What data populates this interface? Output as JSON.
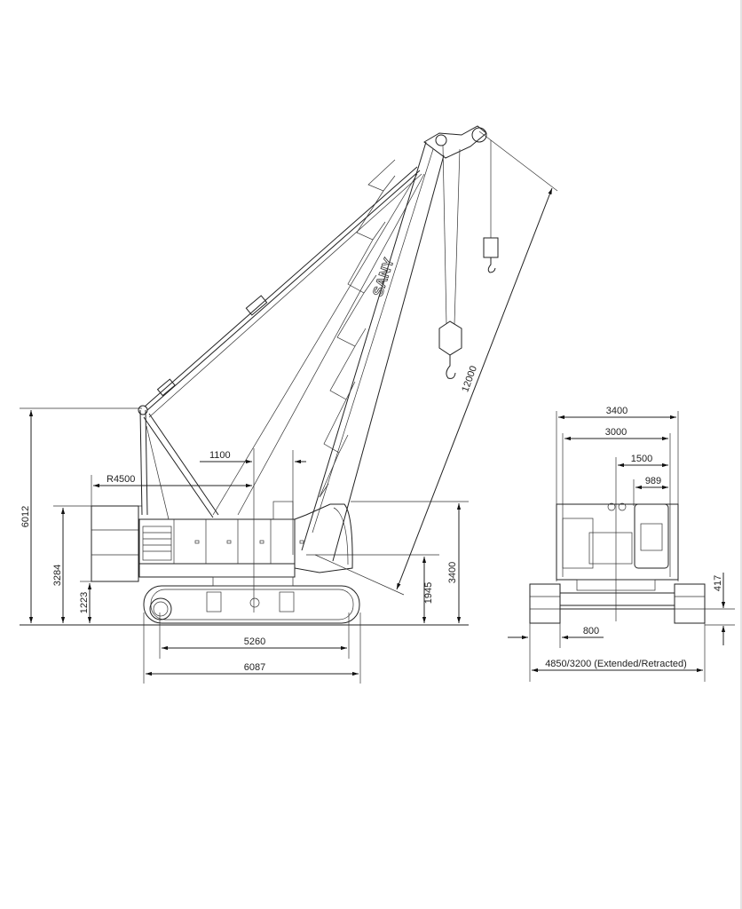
{
  "brand_mark": "SANY",
  "side_view": {
    "dimensions": {
      "overall_height": "6012",
      "counterweight_top": "3284",
      "counterweight_clearance": "1223",
      "rotation_center_offset": "1100",
      "tail_radius": "R4500",
      "tumbler_distance": "5260",
      "track_length": "6087",
      "boom_length": "12000",
      "boom_foot_height": "1945",
      "cab_height": "3400"
    }
  },
  "rear_view": {
    "dimensions": {
      "upper_width": "3400",
      "body_width": "3000",
      "center_to_side": "1500",
      "cab_width": "989",
      "ground_clearance": "417",
      "track_shoe_width": "800",
      "track_gauge": "4850/3200 (Extended/Retracted)"
    }
  }
}
